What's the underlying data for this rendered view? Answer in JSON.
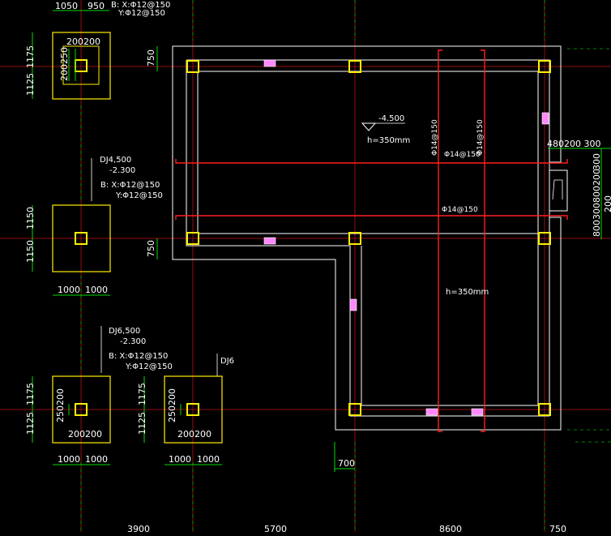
{
  "colors": {
    "background": "#000000",
    "outline": "#ffffff",
    "axis": "#e01010",
    "rebar": "#ff2020",
    "column": "#ffee00",
    "dimension": "#00dd00",
    "grid": "#00cc00",
    "pier": "#ff88ff"
  },
  "top_ticks": {
    "left": "1050",
    "right": "950"
  },
  "top_note": {
    "line1": "B:  X:Φ12@150",
    "line2": "Y:Φ12@150"
  },
  "footing1": {
    "dim_top": "1175",
    "dim_bottom": "1125",
    "col_w": "200200",
    "col_h": "200250"
  },
  "footing_dj4": {
    "label": "DJ4,500",
    "elev": "-2.300",
    "rebar_x": "B:  X:Φ12@150",
    "rebar_y": "Y:Φ12@150",
    "dim_top": "1150",
    "dim_bottom": "1150",
    "w_left": "1000",
    "w_right": "1000"
  },
  "footing_dj6": {
    "label": "DJ6,500",
    "elev": "-2.300",
    "rebar_x": "B:  X:Φ12@150",
    "rebar_y": "Y:Φ12@150",
    "dim_top": "1175",
    "dim_bottom": "1125",
    "col_h": "250200",
    "col_w": "200200",
    "w_left": "1000",
    "w_right": "1000"
  },
  "footing_dj6b": {
    "label": "DJ6",
    "dim_top": "1175",
    "dim_bottom": "1125",
    "col_h": "250200",
    "col_w": "200200",
    "w_left": "1000",
    "w_right": "1000"
  },
  "plan": {
    "elevation": "-4.500",
    "thickness_top": "h=350mm",
    "thickness_bottom": "h=350mm",
    "rebar_v1": "Φ14@150",
    "rebar_v2": "Φ14@150",
    "rebar_h1": "Φ14@150",
    "rebar_h2": "Φ14@150",
    "dim_left_top": "750",
    "dim_left_mid": "750",
    "dim_bottom_700": "700",
    "right_dims": {
      "top_row": "480200 300",
      "v1": "300",
      "v2": "800200",
      "v3": "800300",
      "v4": "200"
    }
  },
  "bottom_axis": {
    "a": "3900",
    "b": "5700",
    "c": "8600",
    "d": "750"
  }
}
